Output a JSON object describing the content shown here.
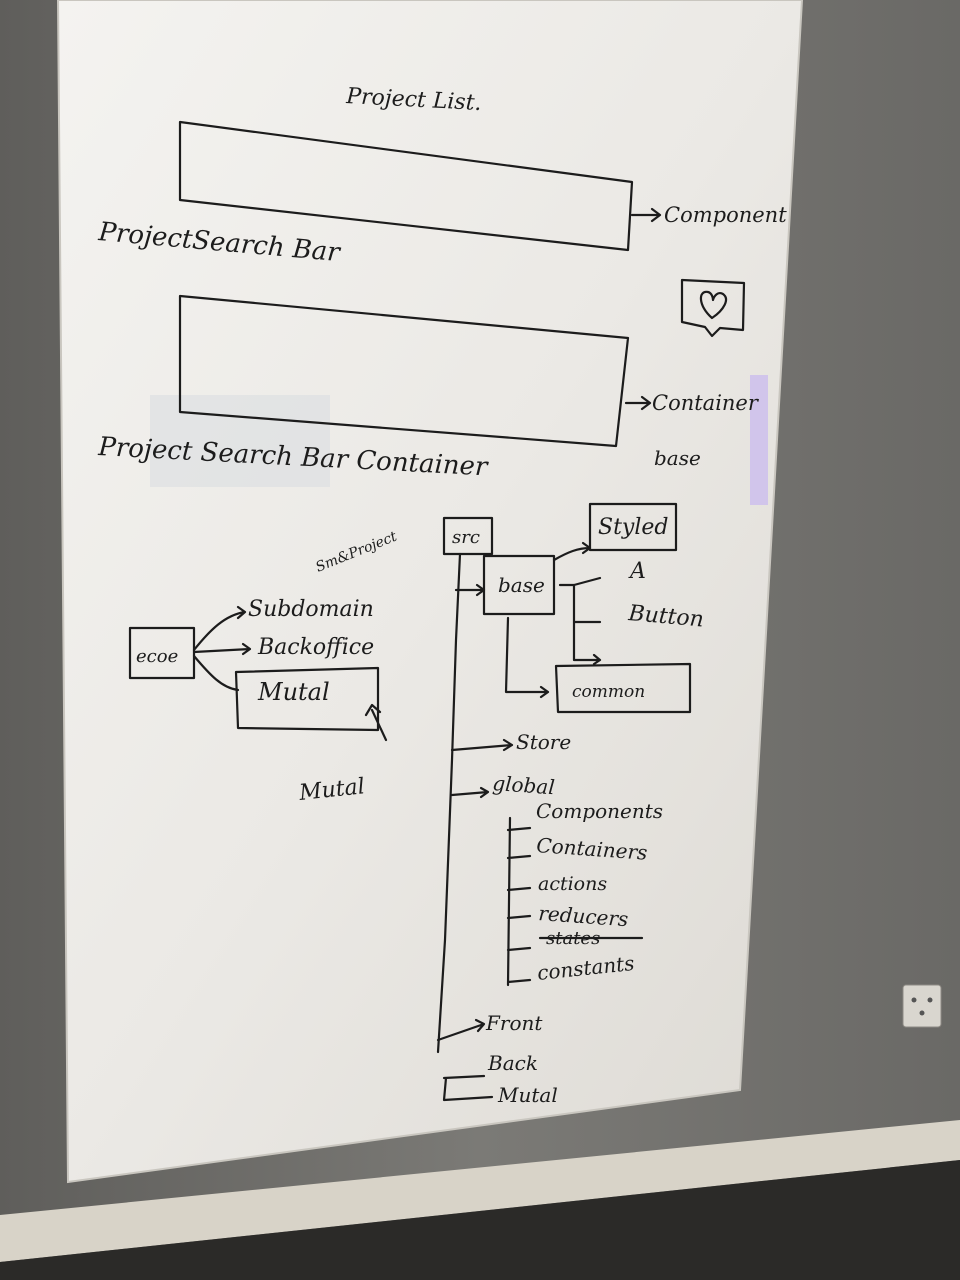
{
  "colors": {
    "wall": "#6f6e6b",
    "board": "#eceae6",
    "ink": "#1c1c1c",
    "floor": "#2b2a28",
    "baseboard": "#d8d3c8"
  },
  "icons": [
    "heart-icon",
    "power-outlet-icon"
  ],
  "board": {
    "title": "Project List.",
    "top_box_label": "ProjectSearch Bar",
    "top_arrow_label": "Component",
    "mid_box_label": "Project Search Bar Container",
    "mid_arrow_label": "Container",
    "base_note": "base"
  },
  "tree": {
    "root": "ecoe",
    "branches": [
      "Subdomain",
      "Backoffice",
      "Mutal"
    ],
    "small_note": "Sm&Project",
    "mutal_note": "Mutal"
  },
  "src_tree": {
    "root": "src",
    "base": "base",
    "styled": "Styled",
    "base_children": [
      "A",
      "Button",
      "common"
    ],
    "store": "Store",
    "global": "global",
    "global_children": [
      "Components",
      "Containers",
      "actions",
      "reducers",
      "states",
      "constants"
    ],
    "bottom_items": [
      "Front",
      "Back",
      "Mutal"
    ]
  }
}
